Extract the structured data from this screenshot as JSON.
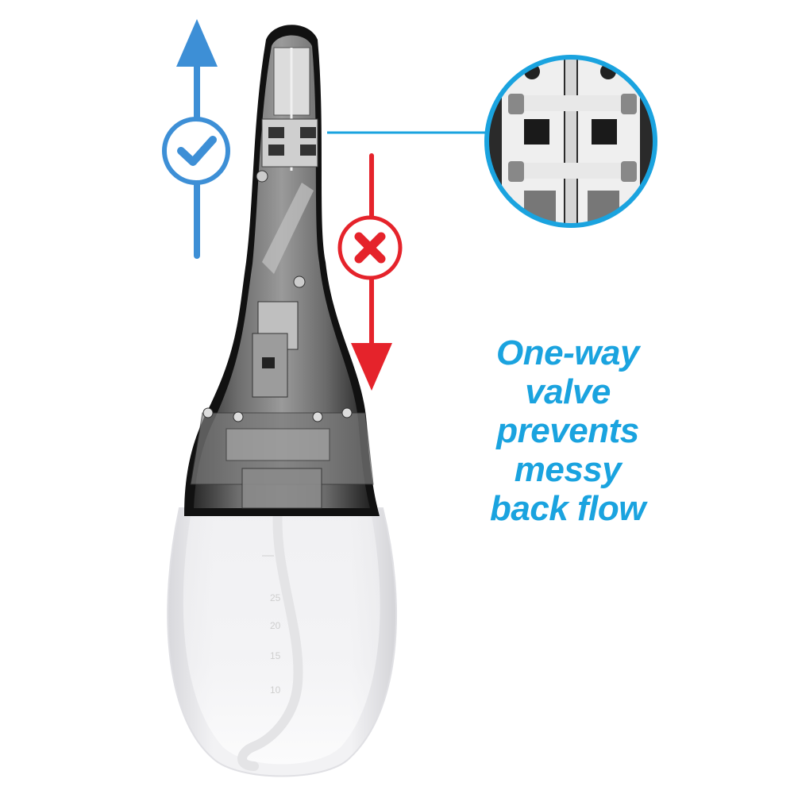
{
  "caption": {
    "lines": [
      "One-way",
      "valve",
      "prevents",
      "messy",
      "back flow"
    ],
    "color": "#1aa3df"
  },
  "indicators": {
    "allowed": {
      "icon": "check-icon",
      "direction": "up",
      "color": "#3d8fd6"
    },
    "blocked": {
      "icon": "x-icon",
      "direction": "down",
      "color": "#e5232b"
    }
  },
  "callout": {
    "color": "#1aa3df",
    "subject": "valve-detail-zoom"
  },
  "bottle_scale": [
    "25",
    "20",
    "15",
    "10"
  ]
}
